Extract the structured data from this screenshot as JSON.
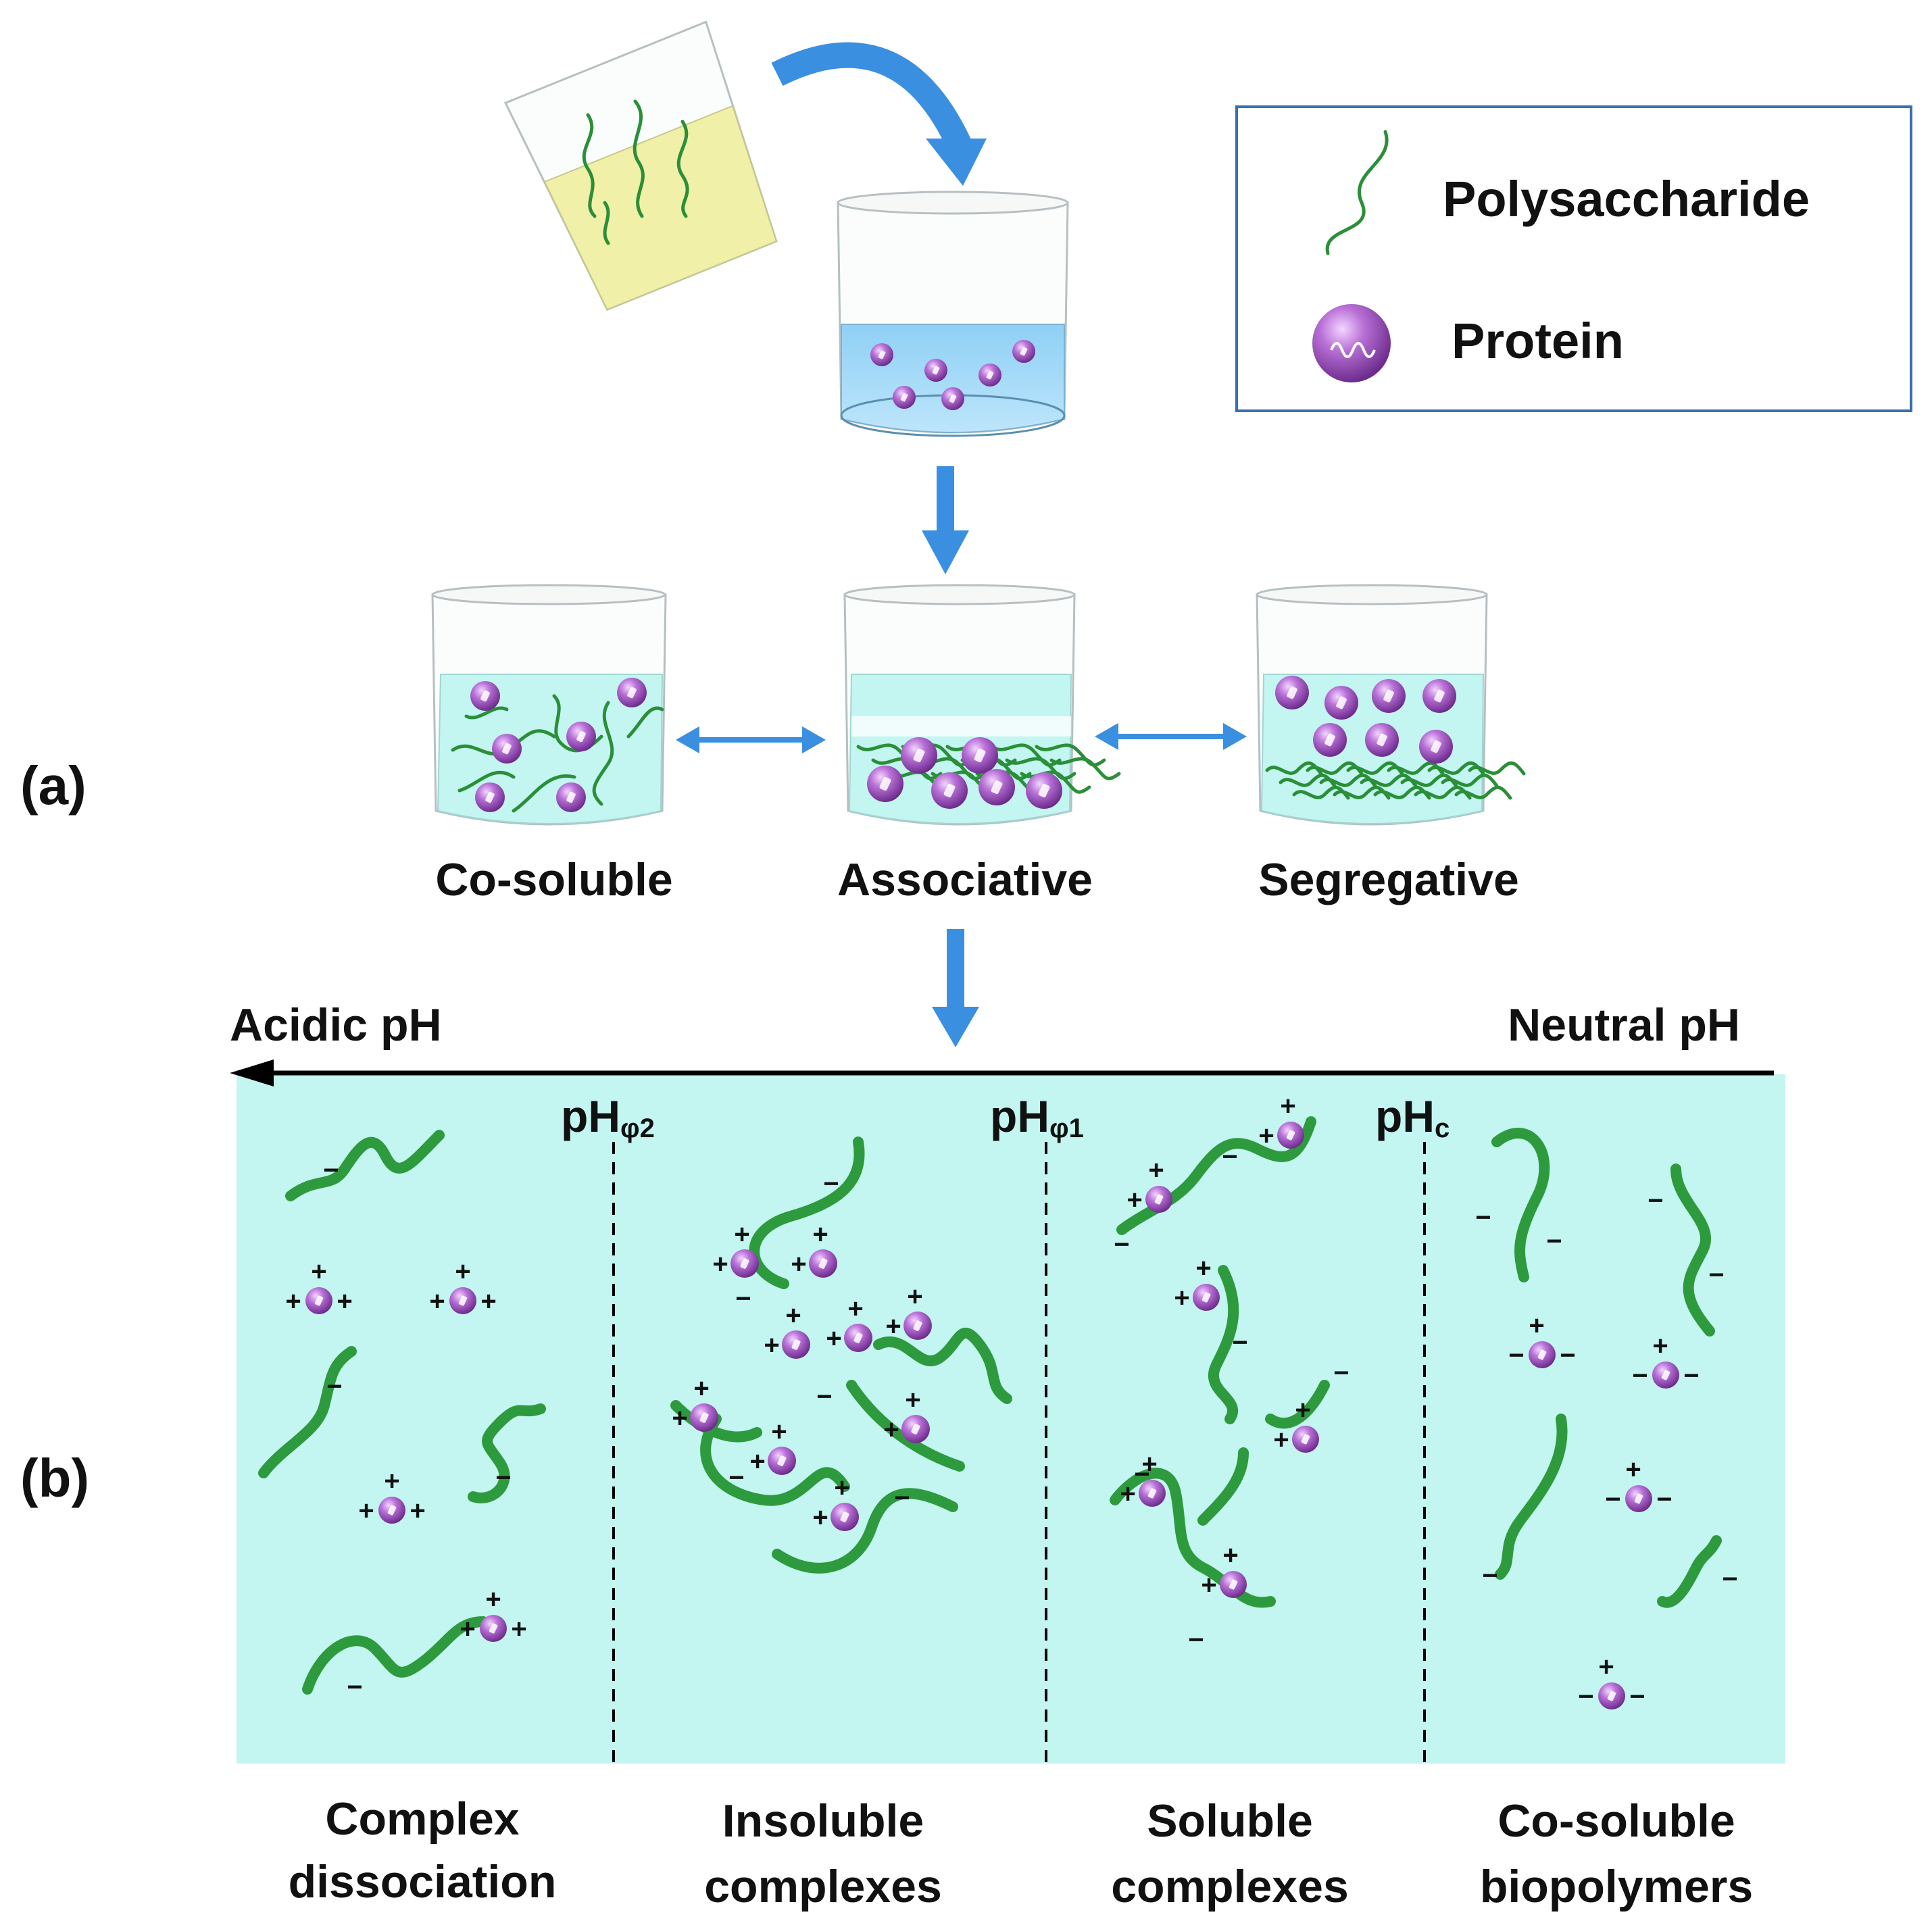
{
  "legend": {
    "polysaccharide": "Polysaccharide",
    "protein": "Protein"
  },
  "panel_a": {
    "label": "(a)",
    "beakers": [
      "Co-soluble",
      "Associative",
      "Segregative"
    ]
  },
  "panel_b": {
    "label": "(b)",
    "axis_left": "Acidic pH",
    "axis_right": "Neutral pH",
    "boundaries": [
      {
        "base": "pH",
        "sub": "φ2"
      },
      {
        "base": "pH",
        "sub": "φ1"
      },
      {
        "base": "pH",
        "sub": "c"
      }
    ],
    "regions": [
      {
        "line1": "Complex",
        "line2": "dissociation"
      },
      {
        "line1": "Insoluble",
        "line2": "complexes"
      },
      {
        "line1": "Soluble",
        "line2": "complexes"
      },
      {
        "line1": "Co-soluble",
        "line2": "biopolymers"
      }
    ]
  },
  "colors": {
    "chain": "#2e9a3e",
    "protein": "#9b4fb8",
    "arrow": "#3b8fe0",
    "solution": "#c3f5f1",
    "beaker_water": "#a9d8f7",
    "pour_liquid": "#f1f0a8",
    "legend_border": "#3a6fb0"
  }
}
